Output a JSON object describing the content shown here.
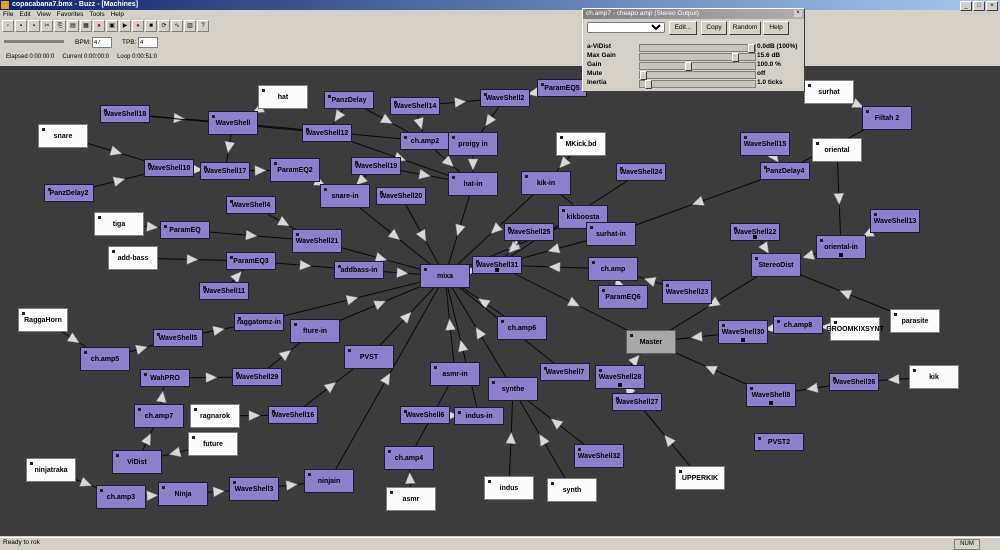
{
  "window": {
    "title": "copacabana7.bmx - Buzz - [Machines]",
    "buttons": [
      "_",
      "□",
      "×"
    ]
  },
  "menu": [
    "File",
    "Edit",
    "View",
    "Favorites",
    "Tools",
    "Help"
  ],
  "toolbar": [
    "new-icon",
    "open-icon",
    "save-icon",
    "cut-icon",
    "copy-icon",
    "paste-icon",
    "pattern-icon",
    "record-arm-icon",
    "machines-icon",
    "play-icon",
    "record-icon",
    "stop-icon",
    "loop-icon",
    "wave-icon",
    "cpu-icon",
    "help-icon"
  ],
  "transport": {
    "bpm_label": "BPM:",
    "bpm": "47",
    "tpb_label": "TPB:",
    "tpb": "4"
  },
  "status_row": {
    "elapsed": "Elapsed 0:00:00:0",
    "current": "Current 0:00:00:0",
    "loop": "Loop 0:00:51:0"
  },
  "statusbar": {
    "text": "Ready to rok",
    "num": "NUM"
  },
  "param_window": {
    "title": "ch.amp7 - cheapo amp (Stereo Output)",
    "buttons": [
      "Edit...",
      "Copy",
      "Random",
      "Help"
    ],
    "params": [
      {
        "name": "a-ViDist",
        "value": "0.0dB (100%)",
        "level": 1.0
      },
      {
        "name": "Max Gain",
        "value": "15.6 dB",
        "level": 0.85
      },
      {
        "name": "Gain",
        "value": "100.0 %",
        "level": 0.42
      },
      {
        "name": "Mute",
        "value": "off",
        "level": 0.0
      },
      {
        "name": "Inertia",
        "value": "1.0 ticks",
        "level": 0.05
      }
    ]
  },
  "machines": [
    {
      "id": "m_hat",
      "label": "hat",
      "type": "gen"
    },
    {
      "id": "m_panzdelay",
      "label": "PanzDelay",
      "type": "effect"
    },
    {
      "id": "m_waveshell14",
      "label": "WaveShell14",
      "type": "effect"
    },
    {
      "id": "m_waveshell2",
      "label": "WaveShell2",
      "type": "effect"
    },
    {
      "id": "m_parameq5",
      "label": "ParamEQ5",
      "type": "effect"
    },
    {
      "id": "m_waveshell18",
      "label": "WaveShell18",
      "type": "effect"
    },
    {
      "id": "m_waveshell",
      "label": "WaveShell",
      "type": "effect"
    },
    {
      "id": "m_waveshell12",
      "label": "WaveShell12",
      "type": "effect"
    },
    {
      "id": "m_champ2",
      "label": "ch.amp2",
      "type": "effect"
    },
    {
      "id": "m_proigy",
      "label": "proigy in",
      "type": "effect"
    },
    {
      "id": "m_snare",
      "label": "snare",
      "type": "gen"
    },
    {
      "id": "m_mkick",
      "label": "MKick.bd",
      "type": "gen"
    },
    {
      "id": "m_surhat",
      "label": "surhat",
      "type": "gen"
    },
    {
      "id": "m_filtah",
      "label": "Filtah 2",
      "type": "effect"
    },
    {
      "id": "m_waveshell15",
      "label": "WaveShell15",
      "type": "effect"
    },
    {
      "id": "m_oriental",
      "label": "oriental",
      "type": "gen"
    },
    {
      "id": "m_waveshell10",
      "label": "WaveShell10",
      "type": "effect"
    },
    {
      "id": "m_waveshell17",
      "label": "WaveShell17",
      "type": "effect"
    },
    {
      "id": "m_parameq2",
      "label": "ParamEQ2",
      "type": "effect"
    },
    {
      "id": "m_waveshell19",
      "label": "WaveShell19",
      "type": "effect"
    },
    {
      "id": "m_hatin",
      "label": "hat-in",
      "type": "effect"
    },
    {
      "id": "m_kikin",
      "label": "kik-in",
      "type": "effect"
    },
    {
      "id": "m_waveshell24",
      "label": "WaveShell24",
      "type": "effect"
    },
    {
      "id": "m_panzdelay4",
      "label": "PanzDelay4",
      "type": "effect"
    },
    {
      "id": "m_panzdelay2",
      "label": "PanzDelay2",
      "type": "effect"
    },
    {
      "id": "m_snarein",
      "label": "snare-in",
      "type": "effect"
    },
    {
      "id": "m_waveshell20",
      "label": "WaveShell20",
      "type": "effect"
    },
    {
      "id": "m_waveshell4",
      "label": "WaveShell4",
      "type": "effect"
    },
    {
      "id": "m_kikboosta",
      "label": "kikboosta",
      "type": "effect"
    },
    {
      "id": "m_waveshell13",
      "label": "WaveShell13",
      "type": "effect"
    },
    {
      "id": "m_tiga",
      "label": "tiga",
      "type": "gen"
    },
    {
      "id": "m_parameq",
      "label": "ParamEQ",
      "type": "effect"
    },
    {
      "id": "m_waveshell21",
      "label": "WaveShell21",
      "type": "effect"
    },
    {
      "id": "m_waveshell25",
      "label": "WaveShell25",
      "type": "effect"
    },
    {
      "id": "m_surhatin",
      "label": "surhat-in",
      "type": "effect"
    },
    {
      "id": "m_waveshell22",
      "label": "WaveShell22",
      "type": "effect"
    },
    {
      "id": "m_orientalin",
      "label": "oriental-in",
      "type": "effect"
    },
    {
      "id": "m_addbass",
      "label": "add-bass",
      "type": "gen"
    },
    {
      "id": "m_parameq3",
      "label": "ParamEQ3",
      "type": "effect"
    },
    {
      "id": "m_addbassin",
      "label": "addbass-in",
      "type": "effect"
    },
    {
      "id": "m_mixa",
      "label": "mixa",
      "type": "effect"
    },
    {
      "id": "m_waveshell31",
      "label": "WaveShell31",
      "type": "effect"
    },
    {
      "id": "m_champ",
      "label": "ch.amp",
      "type": "effect"
    },
    {
      "id": "m_stereodist",
      "label": "StereoDist",
      "type": "effect"
    },
    {
      "id": "m_waveshell11",
      "label": "WaveShell11",
      "type": "effect"
    },
    {
      "id": "m_parameq6",
      "label": "ParamEQ6",
      "type": "effect"
    },
    {
      "id": "m_waveshell23",
      "label": "WaveShell23",
      "type": "effect"
    },
    {
      "id": "m_rawgahorn",
      "label": "RaggaHorn",
      "type": "gen"
    },
    {
      "id": "m_raggatomz",
      "label": "raggatomz-in",
      "type": "effect"
    },
    {
      "id": "m_parasite",
      "label": "parasite",
      "type": "gen"
    },
    {
      "id": "m_waveshell5",
      "label": "WaveShell5",
      "type": "effect"
    },
    {
      "id": "m_fturein",
      "label": "fture-in",
      "type": "effect"
    },
    {
      "id": "m_champ6",
      "label": "ch.amp6",
      "type": "effect"
    },
    {
      "id": "m_master",
      "label": "Master",
      "type": "master"
    },
    {
      "id": "m_waveshell30",
      "label": "WaveShell30",
      "type": "effect"
    },
    {
      "id": "m_champ8",
      "label": "ch.amp8",
      "type": "effect"
    },
    {
      "id": "m_groomkix",
      "label": "GROOMKIXSYNT",
      "type": "gen"
    },
    {
      "id": "m_champ5",
      "label": "ch.amp5",
      "type": "effect"
    },
    {
      "id": "m_pvst",
      "label": "PVST",
      "type": "effect"
    },
    {
      "id": "m_asmrin",
      "label": "asmr-in",
      "type": "effect"
    },
    {
      "id": "m_waveshell7",
      "label": "WaveShell7",
      "type": "effect"
    },
    {
      "id": "m_waveshell28",
      "label": "WaveShell28",
      "type": "effect"
    },
    {
      "id": "m_kik",
      "label": "kik",
      "type": "gen"
    },
    {
      "id": "m_wahpro",
      "label": "WahPRO",
      "type": "effect"
    },
    {
      "id": "m_waveshell29",
      "label": "WaveShell29",
      "type": "effect"
    },
    {
      "id": "m_synthe",
      "label": "synthe",
      "type": "effect"
    },
    {
      "id": "m_waveshell26",
      "label": "WaveShell26",
      "type": "effect"
    },
    {
      "id": "m_waveshell8",
      "label": "WaveShell8",
      "type": "effect"
    },
    {
      "id": "m_waveshell27",
      "label": "WaveShell27",
      "type": "effect"
    },
    {
      "id": "m_champ7",
      "label": "ch.amp7",
      "type": "effect"
    },
    {
      "id": "m_ragnarok",
      "label": "ragnarok",
      "type": "gen"
    },
    {
      "id": "m_waveshell16",
      "label": "WaveShell16",
      "type": "effect"
    },
    {
      "id": "m_waveshell6",
      "label": "WaveShell6",
      "type": "effect"
    },
    {
      "id": "m_indusin",
      "label": "indus-in",
      "type": "effect"
    },
    {
      "id": "m_future",
      "label": "future",
      "type": "gen"
    },
    {
      "id": "m_pvst2",
      "label": "PVST2",
      "type": "effect"
    },
    {
      "id": "m_vidist",
      "label": "ViDist",
      "type": "effect"
    },
    {
      "id": "m_waveshell32",
      "label": "WaveShell32",
      "type": "effect"
    },
    {
      "id": "m_champ4",
      "label": "ch.amp4",
      "type": "effect"
    },
    {
      "id": "m_ninjatraka",
      "label": "ninjatraka",
      "type": "gen"
    },
    {
      "id": "m_upperkik",
      "label": "UPPERKIK",
      "type": "gen"
    },
    {
      "id": "m_ninjain",
      "label": "ninjain",
      "type": "effect"
    },
    {
      "id": "m_champ3",
      "label": "ch.amp3",
      "type": "effect"
    },
    {
      "id": "m_ninja",
      "label": "Ninja",
      "type": "effect"
    },
    {
      "id": "m_waveshell3",
      "label": "WaveShell3",
      "type": "effect"
    },
    {
      "id": "m_indus",
      "label": "indus",
      "type": "gen"
    },
    {
      "id": "m_synth",
      "label": "synth",
      "type": "gen"
    },
    {
      "id": "m_asmr",
      "label": "asmr",
      "type": "gen"
    }
  ]
}
